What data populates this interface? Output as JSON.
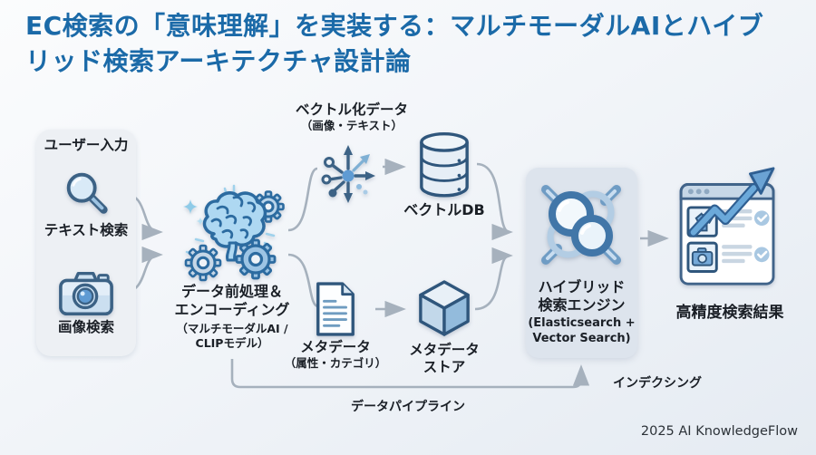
{
  "title": "EC検索の「意味理解」を実装する：マルチモーダルAIとハイブリッド検索アーキテクチャ設計論",
  "colors": {
    "title": "#1b6aa8",
    "background_top": "#fbfcfd",
    "background_bottom": "#e5ebf2",
    "edge": "#a6b1bd",
    "icon_outline": "#2c6ba0",
    "icon_fill_light": "#d9eaf7",
    "icon_fill_mid": "#76a9d8",
    "panel_bg": "#edf0f4",
    "card_bg": "#dde4ed",
    "label_text": "#1a1f26"
  },
  "nodes": {
    "user_input": {
      "title": "ユーザー入力",
      "items": [
        {
          "icon": "magnifier-icon",
          "label": "テキスト検索"
        },
        {
          "icon": "camera-icon",
          "label": "画像検索"
        }
      ]
    },
    "preprocessing": {
      "icon": "brain-gears-icon",
      "label_line1": "データ前処理＆",
      "label_line2": "エンコーディング",
      "sub_line1": "（マルチモーダルAI /",
      "sub_line2": "CLIPモデル）"
    },
    "vector_data": {
      "icon": "vector-scatter-icon",
      "label": "ベクトル化データ",
      "sub": "（画像・テキスト）"
    },
    "vector_db": {
      "icon": "database-icon",
      "label": "ベクトルDB"
    },
    "metadata": {
      "icon": "document-icon",
      "label": "メタデータ",
      "sub": "（属性・カテゴリ）"
    },
    "metadata_store": {
      "icon": "cube-icon",
      "label_line1": "メタデータ",
      "label_line2": "ストア"
    },
    "hybrid_engine": {
      "icon": "hybrid-search-icon",
      "label_line1": "ハイブリッド",
      "label_line2": "検索エンジン",
      "sub_line1": "(Elasticsearch +",
      "sub_line2": "Vector Search)"
    },
    "result": {
      "icon": "result-window-icon",
      "label": "高精度検索結果"
    }
  },
  "edges": {
    "pipeline_label": "データパイプライン",
    "indexing_label": "インデクシング"
  },
  "footer": "2025 AI KnowledgeFlow"
}
